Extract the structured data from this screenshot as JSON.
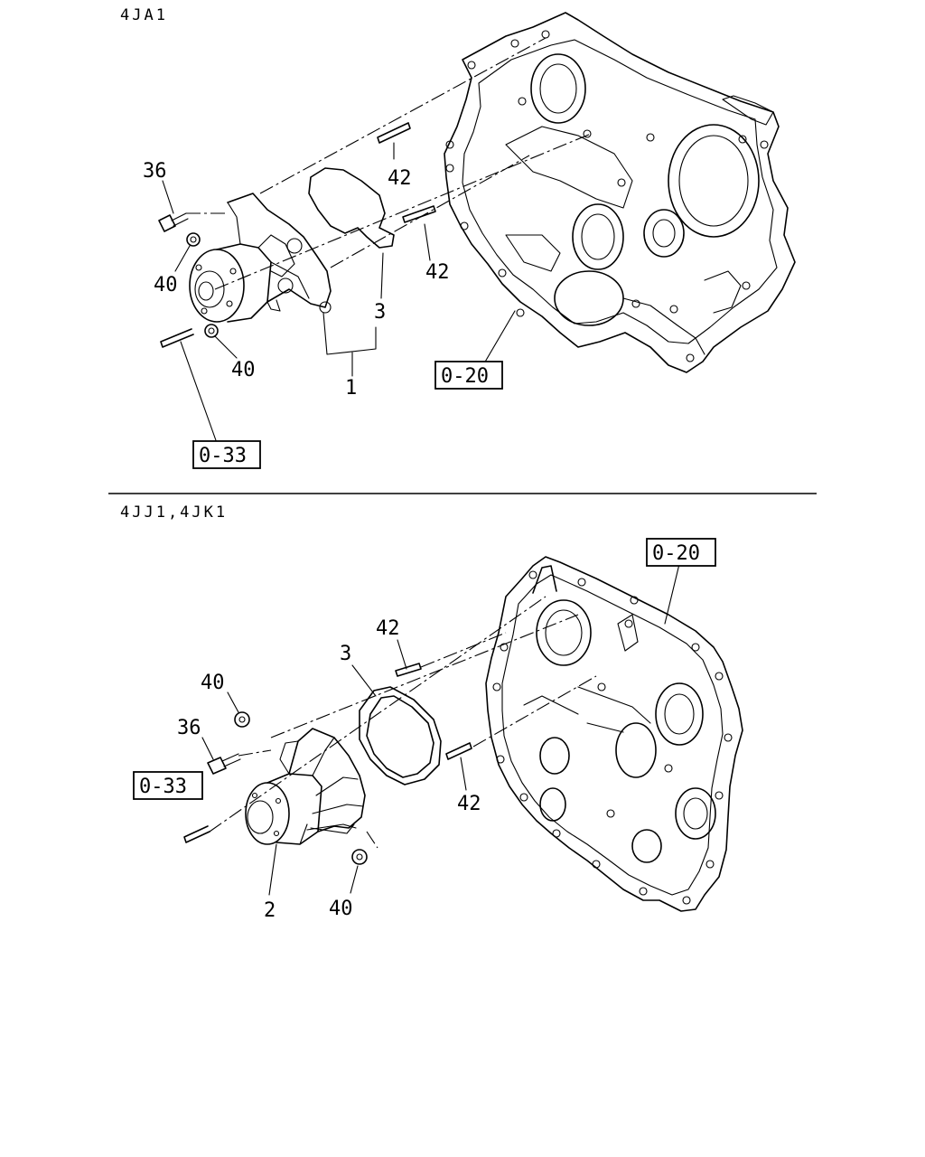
{
  "sections": [
    {
      "heading": "4JA1",
      "callouts": {
        "bolt": "36",
        "nut_upper": "40",
        "nut_lower": "40",
        "stud_upper": "42",
        "stud_lower": "42",
        "gasket": "3",
        "pump_assembly": "1"
      },
      "refs": {
        "gear_case": "0-20",
        "cylinder_block": "0-33"
      }
    },
    {
      "heading": "4JJ1,4JK1",
      "callouts": {
        "nut_upper": "40",
        "bolt": "36",
        "gasket": "3",
        "stud_upper": "42",
        "stud_lower": "42",
        "pump": "2",
        "nut_lower": "40"
      },
      "refs": {
        "gear_case": "0-20",
        "cylinder_block": "0-33"
      }
    }
  ]
}
